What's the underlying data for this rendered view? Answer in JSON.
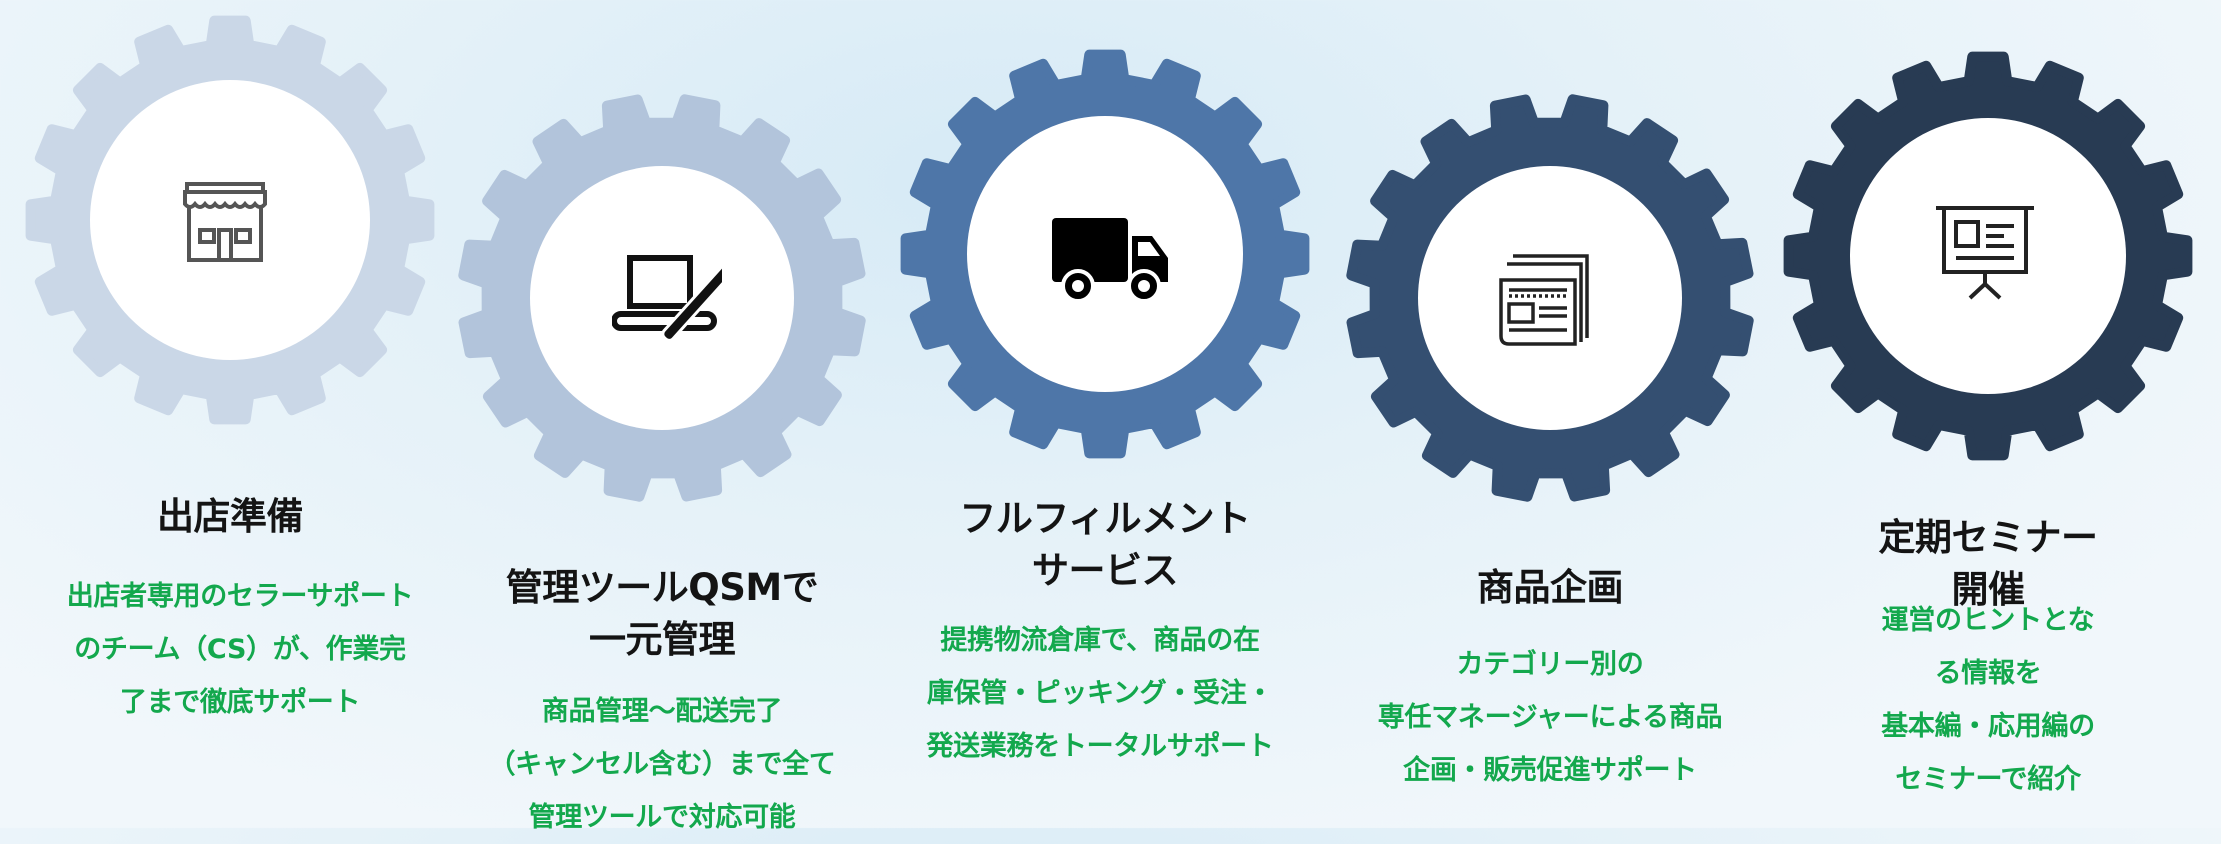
{
  "colors": {
    "gear1": "#cad7e7",
    "gear2": "#b2c4db",
    "gear3": "#4e76a8",
    "gear4": "#344f71",
    "gear5": "#283b53",
    "disc": "#ffffff",
    "title": "#141414",
    "description": "#13a84d"
  },
  "steps": [
    {
      "icon": "storefront-icon",
      "title": "出店準備",
      "description": "出店者専用のセラーサポート\nのチーム（CS）が、作業完\n了まで徹底サポート"
    },
    {
      "icon": "laptop-pen-icon",
      "title": "管理ツールQSMで\n一元管理",
      "description": "商品管理～配送完了\n（キャンセル含む）まで全て\n管理ツールで対応可能"
    },
    {
      "icon": "delivery-truck-icon",
      "title": "フルフィルメント\nサービス",
      "description": "提携物流倉庫で、商品の在\n庫保管・ピッキング・受注・\n発送業務をトータルサポート"
    },
    {
      "icon": "newspaper-icon",
      "title": "商品企画",
      "description": "カテゴリー別の\n専任マネージャーによる商品\n企画・販売促進サポート"
    },
    {
      "icon": "presentation-board-icon",
      "title": "定期セミナー開催",
      "description": "運営のヒントとなる情報を\n基本編・応用編の\nセミナーで紹介"
    }
  ]
}
